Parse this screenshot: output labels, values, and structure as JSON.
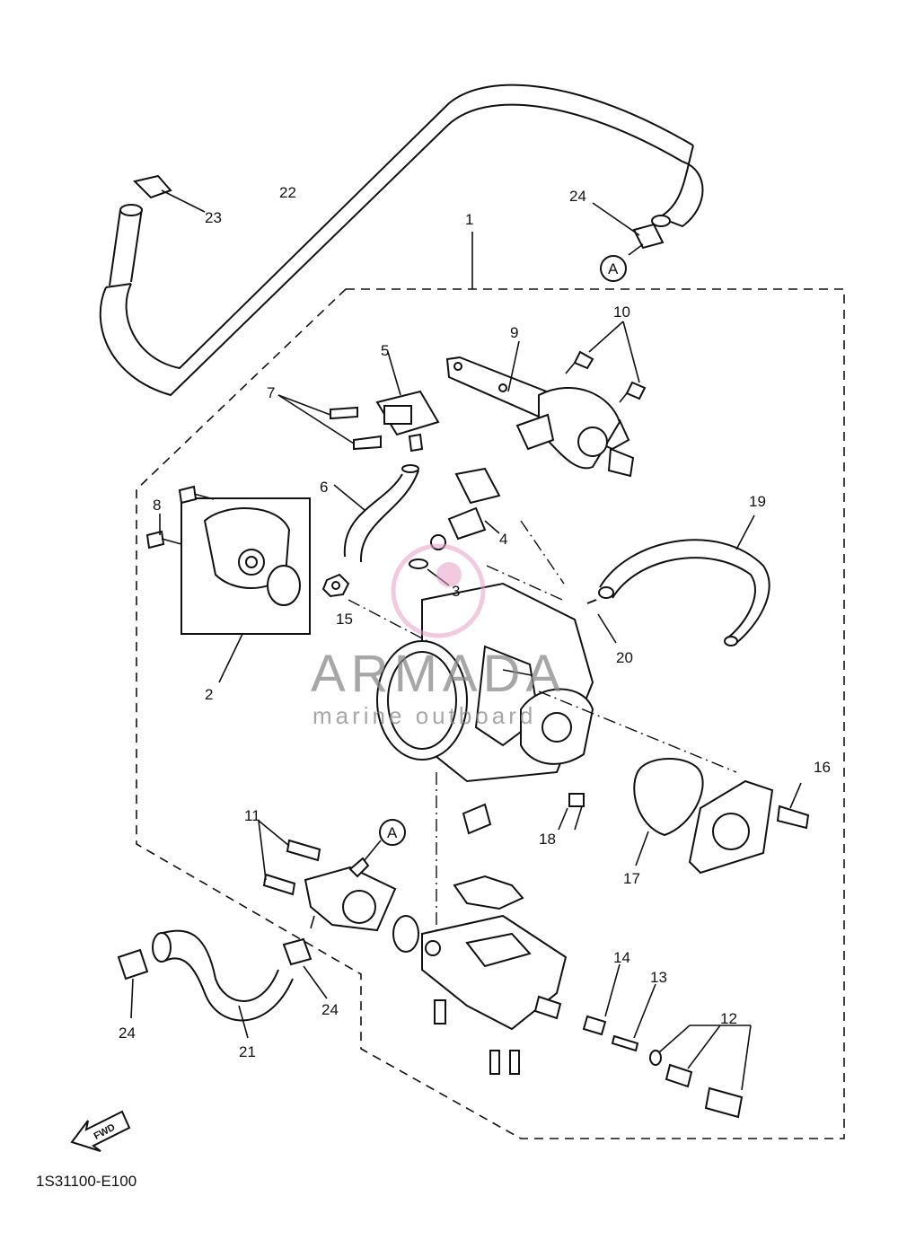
{
  "diagram": {
    "drawing_code": "1S31100-E100",
    "fwd_label": "FWD",
    "ref_marker": "A",
    "watermark": {
      "title": "ARMADA",
      "subtitle": "marine outboard",
      "color": "#e8a0c8"
    },
    "callouts": [
      "1",
      "2",
      "3",
      "4",
      "5",
      "6",
      "7",
      "8",
      "9",
      "10",
      "11",
      "12",
      "13",
      "14",
      "15",
      "16",
      "17",
      "18",
      "19",
      "20",
      "21",
      "22",
      "23",
      "24"
    ]
  }
}
